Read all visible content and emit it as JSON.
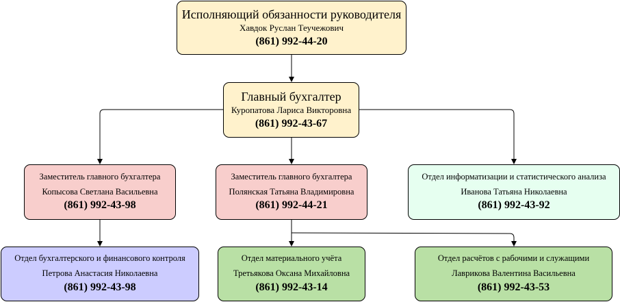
{
  "nodes": {
    "director": {
      "title": "Исполняющий обязанности руководителя",
      "name": "Хавдок Руслан Теучежович",
      "phone": "(861) 992-44-20"
    },
    "chief": {
      "title": "Главный бухгалтер",
      "name": "Куропатова Лариса Викторовна",
      "phone": "(861) 992-43-67"
    },
    "deputy1": {
      "title": "Заместитель главного бухгалтера",
      "name": "Копысова Светлана Васильевна",
      "phone": "(861) 992-43-98"
    },
    "deputy2": {
      "title": "Заместитель главного бухгалтера",
      "name": "Полянская Татьяна Владимировна",
      "phone": "(861) 992-44-21"
    },
    "it_dept": {
      "title": "Отдел информатизации и статистического анализа",
      "name": "Иванова Татьяна Николаевна",
      "phone": "(861) 992-43-92"
    },
    "finance_dept": {
      "title": "Отдел бухгалтерского и финансового контроля",
      "name": "Петрова Анастасия Николаевна",
      "phone": "(861) 992-43-98"
    },
    "material_dept": {
      "title": "Отдел материального учёта",
      "name": "Третьякова Оксана Михайловна",
      "phone": "(861) 992-43-14"
    },
    "payroll_dept": {
      "title": "Отдел расчётов с рабочими и служащими",
      "name": "Лаврикова Валентина Васильевна",
      "phone": "(861) 992-43-53"
    }
  },
  "colors": {
    "yellow": "#fff2cc",
    "red": "#f8cecc",
    "mint": "#e6fff0",
    "purple": "#ccccff",
    "green": "#b9e0a5",
    "line": "#000000"
  }
}
